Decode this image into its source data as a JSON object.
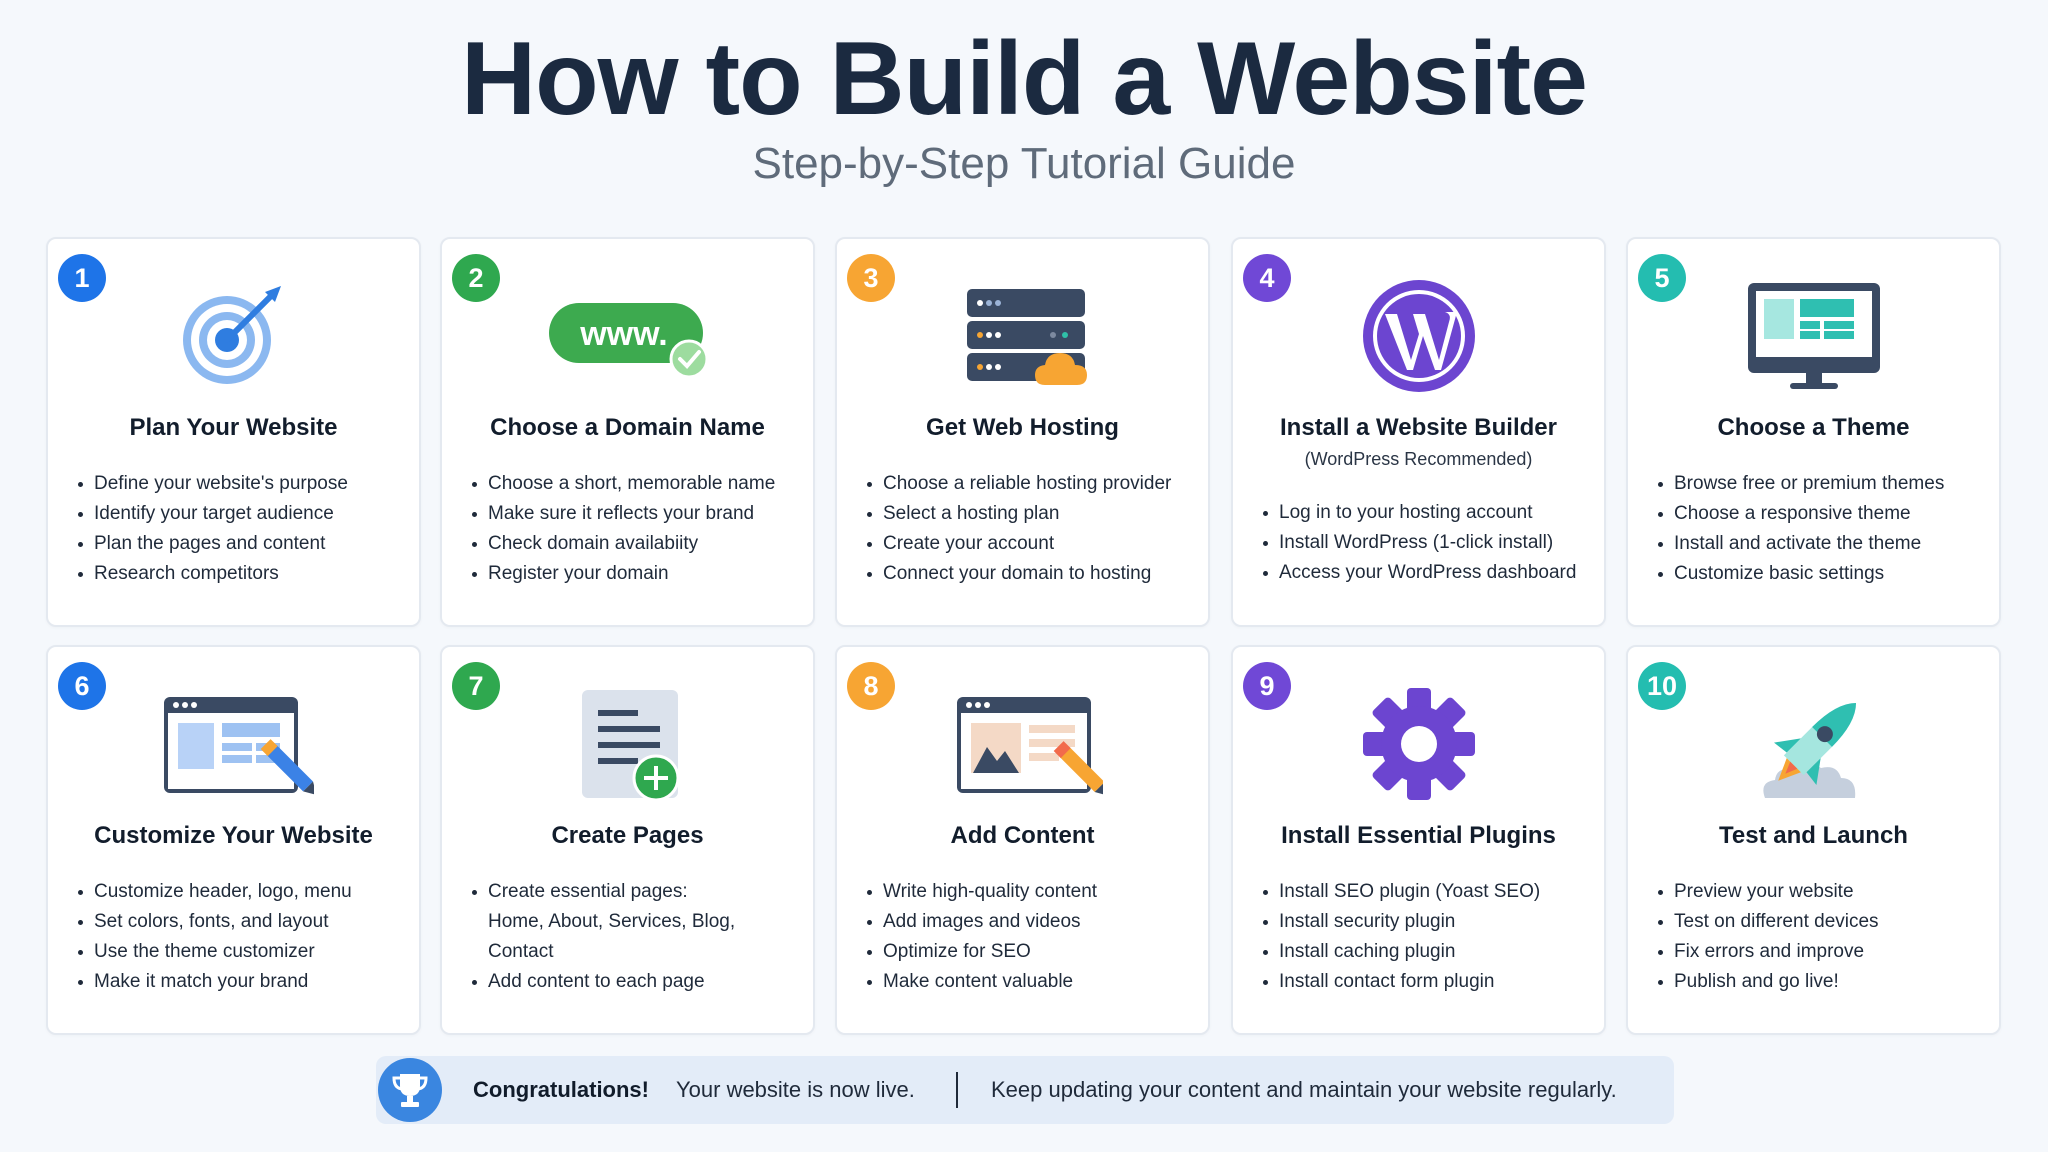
{
  "header": {
    "title": "How to Build a Website",
    "subtitle": "Step-by-Step Tutorial Guide"
  },
  "steps": [
    {
      "number": "1",
      "title": "Plan Your Website",
      "subtitle": "",
      "color": "#1e74e8",
      "icon": "target-icon",
      "items": [
        "Define your website's purpose",
        "Identify your target audience",
        "Plan the pages and content",
        "Research competitors"
      ]
    },
    {
      "number": "2",
      "title": "Choose a Domain Name",
      "subtitle": "",
      "color": "#2fa84f",
      "icon": "www-domain-icon",
      "icon_text": "www.",
      "items": [
        "Choose a short, memorable name",
        "Make sure it reflects your brand",
        "Check domain availabiity",
        "Register your domain"
      ]
    },
    {
      "number": "3",
      "title": "Get Web Hosting",
      "subtitle": "",
      "color": "#f7a533",
      "icon": "server-icon",
      "items": [
        "Choose a reliable hosting provider",
        "Select a hosting plan",
        "Create your account",
        "Connect your domain to hosting"
      ]
    },
    {
      "number": "4",
      "title": "Install a Website Builder",
      "subtitle": "(WordPress Recommended)",
      "color": "#7048d6",
      "icon": "wordpress-icon",
      "items": [
        "Log in to your hosting account",
        "Install WordPress (1-click install)",
        "Access your WordPress dashboard"
      ]
    },
    {
      "number": "5",
      "title": "Choose a Theme",
      "subtitle": "",
      "color": "#24bdb0",
      "icon": "monitor-theme-icon",
      "items": [
        "Browse free or premium themes",
        "Choose a responsive theme",
        "Install and activate the theme",
        "Customize basic settings"
      ]
    },
    {
      "number": "6",
      "title": "Customize Your Website",
      "subtitle": "",
      "color": "#1e74e8",
      "icon": "browser-edit-icon",
      "items": [
        "Customize header, logo, menu",
        "Set colors, fonts, and layout",
        "Use the theme customizer",
        "Make it match your brand"
      ]
    },
    {
      "number": "7",
      "title": "Create Pages",
      "subtitle": "",
      "color": "#2fa84f",
      "icon": "add-page-icon",
      "items": [
        "Create essential pages:\nHome, About, Services, Blog,\nContact",
        "Add content to each page"
      ]
    },
    {
      "number": "8",
      "title": "Add Content",
      "subtitle": "",
      "color": "#f7a533",
      "icon": "content-edit-icon",
      "items": [
        "Write high-quality content",
        "Add images and videos",
        "Optimize for SEO",
        "Make content valuable"
      ]
    },
    {
      "number": "9",
      "title": "Install Essential Plugins",
      "subtitle": "",
      "color": "#7048d6",
      "icon": "gear-icon",
      "items": [
        "Install SEO plugin (Yoast SEO)",
        "Install security plugin",
        "Install caching plugin",
        "Install contact form plugin"
      ]
    },
    {
      "number": "10",
      "title": "Test and Launch",
      "subtitle": "",
      "color": "#24bdb0",
      "icon": "rocket-icon",
      "items": [
        "Preview your website",
        "Test on different devices",
        "Fix errors and improve",
        "Publish and go live!"
      ]
    }
  ],
  "banner": {
    "icon": "trophy-icon",
    "congrats": "Congratulations!",
    "live": "Your website is now live.",
    "keep": "Keep updating your content and maintain your website regularly."
  }
}
